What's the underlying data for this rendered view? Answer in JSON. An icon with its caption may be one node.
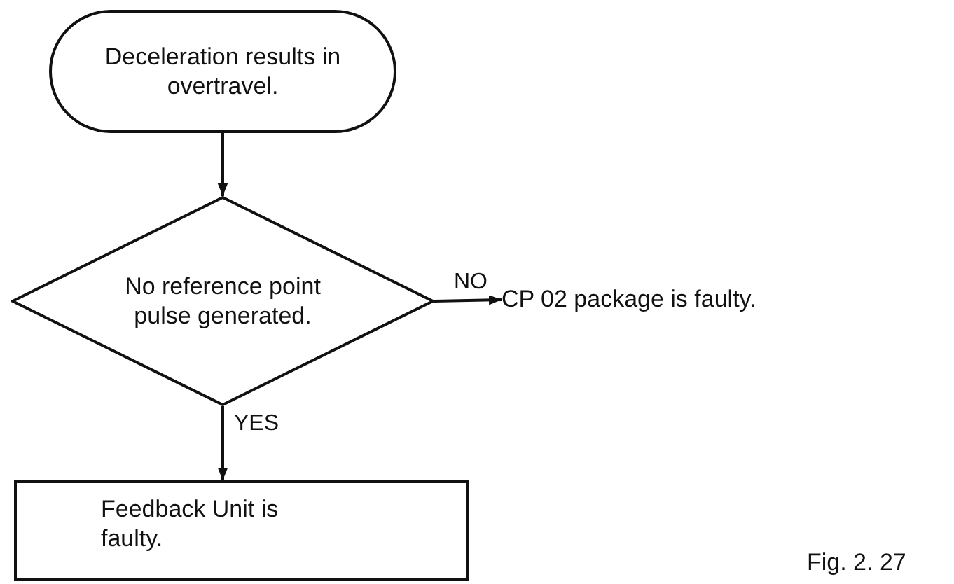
{
  "diagram": {
    "nodes": [
      {
        "text": [
          "Deceleration results in overtravel."
        ]
      },
      {
        "text": [
          "No reference point pulse generated."
        ]
      },
      {
        "text": [
          "CP 02 package is faulty."
        ]
      },
      {
        "text": [
          "Feedback Unit is faulty."
        ]
      }
    ],
    "edges": [
      {
        "from": 0,
        "to": 1,
        "arrow": "to"
      },
      {
        "from": 1,
        "to": 2,
        "arrow": "to",
        "label": "NO"
      },
      {
        "from": 1,
        "to": 3,
        "arrow": "to",
        "label": "YES"
      }
    ],
    "labels": [
      "Fig. 2. 27"
    ]
  }
}
